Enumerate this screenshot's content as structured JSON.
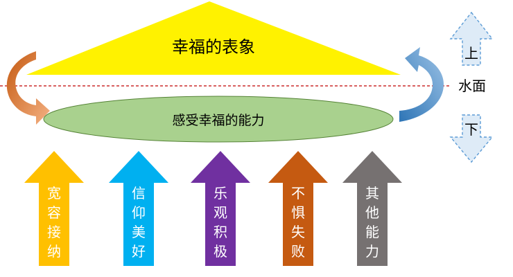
{
  "title_triangle": {
    "label": "幸福的表象",
    "color": "#FFF200"
  },
  "ellipse": {
    "label": "感受幸福的能力",
    "color": "#A9D18E",
    "stroke": "#548235"
  },
  "waterline": {
    "label": "水面",
    "color": "#C00000"
  },
  "direction_up": {
    "label": "上",
    "color": "#DEEBF7",
    "stroke": "#5B9BD5"
  },
  "direction_down": {
    "label": "下",
    "color": "#DEEBF7",
    "stroke": "#5B9BD5"
  },
  "curved_left": {
    "color": "#ED7D31"
  },
  "curved_right": {
    "color": "#5B9BD5"
  },
  "pillars": [
    {
      "label": "宽容接纳",
      "color": "#FFC000"
    },
    {
      "label": "信仰美好",
      "color": "#00B0F0"
    },
    {
      "label": "乐观积极",
      "color": "#7030A0"
    },
    {
      "label": "不惧失败",
      "color": "#C55A11"
    },
    {
      "label": "其他能力",
      "color": "#767171"
    }
  ]
}
